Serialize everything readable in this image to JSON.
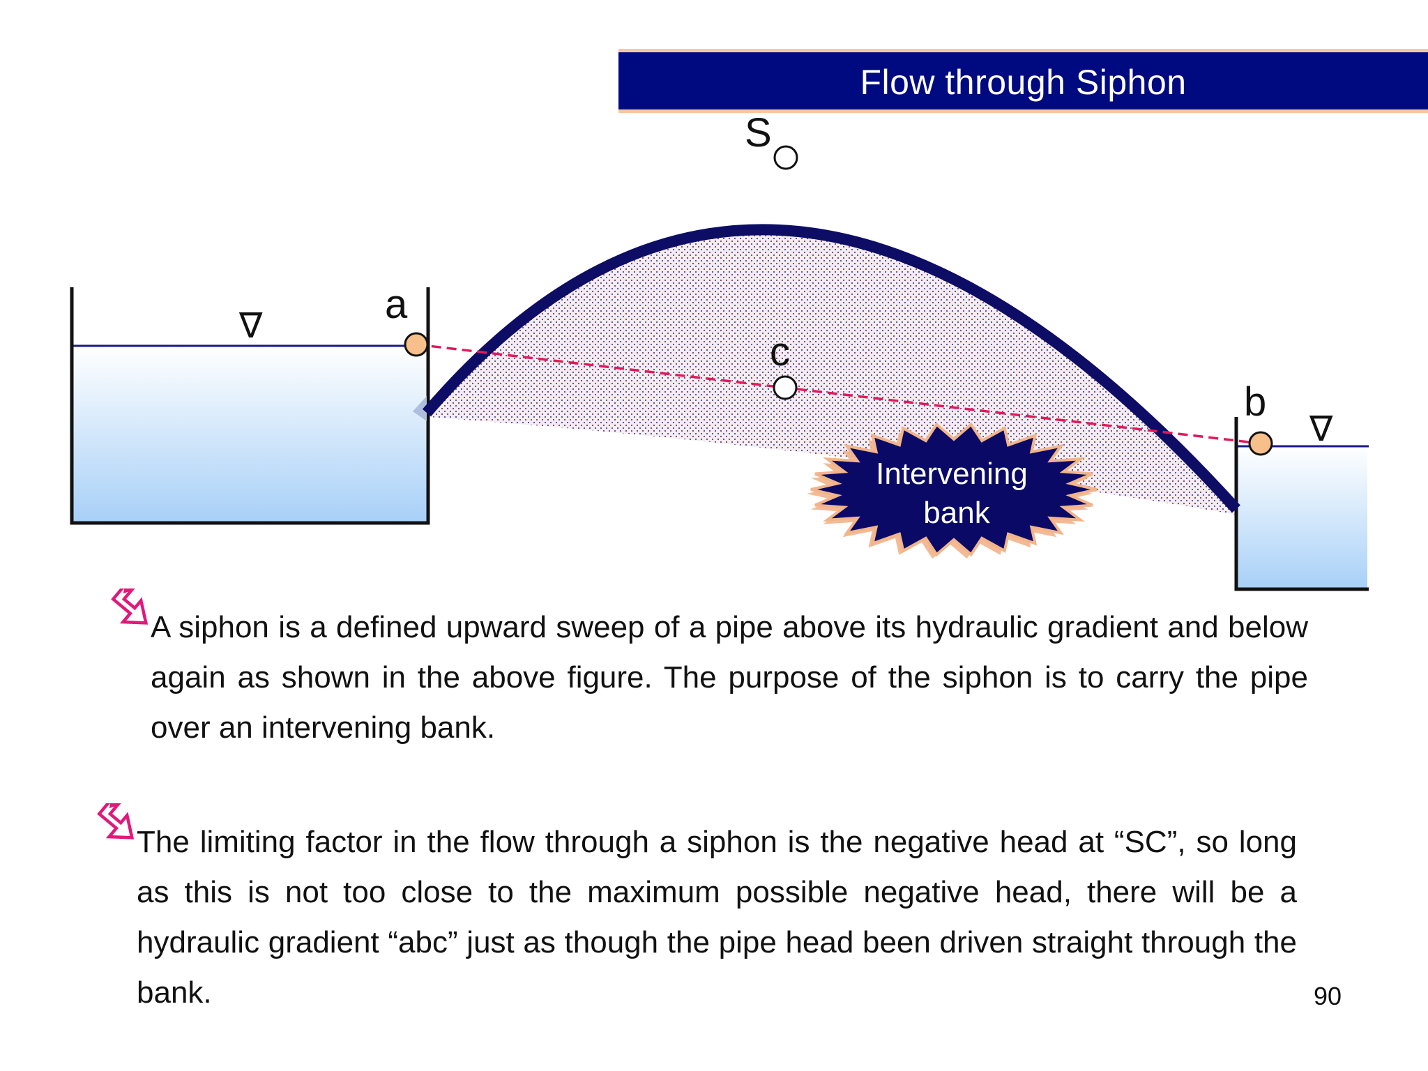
{
  "slide": {
    "title": "Flow through Siphon",
    "page_number": "90"
  },
  "diagram": {
    "labels": {
      "S": "S",
      "a": "a",
      "b": "b",
      "c": "c",
      "free_surface_symbol": "∇"
    },
    "bank_label_line1": "Intervening",
    "bank_label_line2": "bank",
    "colors": {
      "pipe": "#0d0d66",
      "gradient_line": "#e0195a",
      "water_top": "#ffffff",
      "water_bottom": "#a8d0f7",
      "point_fill": "#f7c08a",
      "title_bar": "#000a80",
      "badge_fill": "#0a0a66",
      "badge_outline": "#f2b48a"
    }
  },
  "bullets": [
    {
      "icon": "bullet-arrow-icon",
      "text": "A siphon is a defined upward sweep of a pipe above its hydraulic gradient and below again as shown in the above figure. The purpose of the siphon is to carry the pipe over an intervening bank."
    },
    {
      "icon": "bullet-arrow-icon",
      "text": "The limiting factor in the flow through a siphon is the negative head at “SC”, so long as this is not too close to the maximum possible negative head, there will be a hydraulic gradient “abc” just as though the pipe head been driven straight through the bank."
    }
  ]
}
